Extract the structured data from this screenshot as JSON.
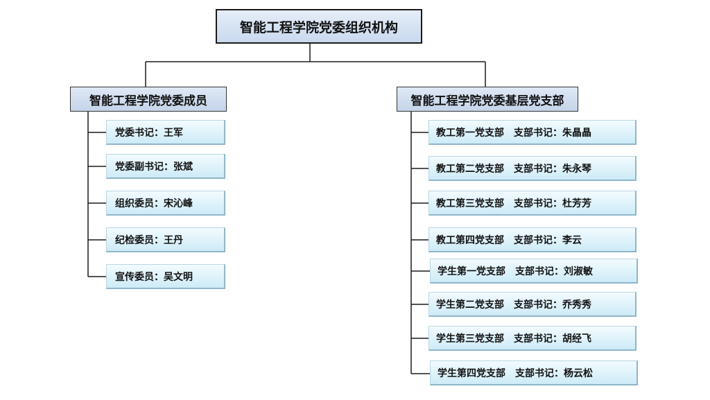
{
  "root": {
    "label": "智能工程学院党委组织机构"
  },
  "members": {
    "title": "智能工程学院党委成员",
    "items": [
      {
        "role": "党委书记",
        "name": "王军"
      },
      {
        "role": "党委副书记",
        "name": "张斌"
      },
      {
        "role": "组织委员",
        "name": "宋沁峰"
      },
      {
        "role": "纪检委员",
        "name": "王丹"
      },
      {
        "role": "宣传委员",
        "name": "吴文明"
      }
    ]
  },
  "branches": {
    "title": "智能工程学院党委基层党支部",
    "secretary_label": "支部书记",
    "items": [
      {
        "branch": "教工第一党支部",
        "secretary": "朱晶晶"
      },
      {
        "branch": "教工第二党支部",
        "secretary": "朱永琴"
      },
      {
        "branch": "教工第三党支部",
        "secretary": "杜芳芳"
      },
      {
        "branch": "教工第四党支部",
        "secretary": "李云"
      },
      {
        "branch": "学生第一党支部",
        "secretary": "刘淑敏"
      },
      {
        "branch": "学生第二党支部",
        "secretary": "乔秀秀"
      },
      {
        "branch": "学生第三党支部",
        "secretary": "胡经飞"
      },
      {
        "branch": "学生第四党支部",
        "secretary": "杨云松"
      }
    ]
  },
  "colors": {
    "line": "#1a1a1a",
    "header_fill": "#c9d9ee",
    "leaf_fill": "#dff2fa",
    "leaf_border": "#8fb6c8"
  }
}
